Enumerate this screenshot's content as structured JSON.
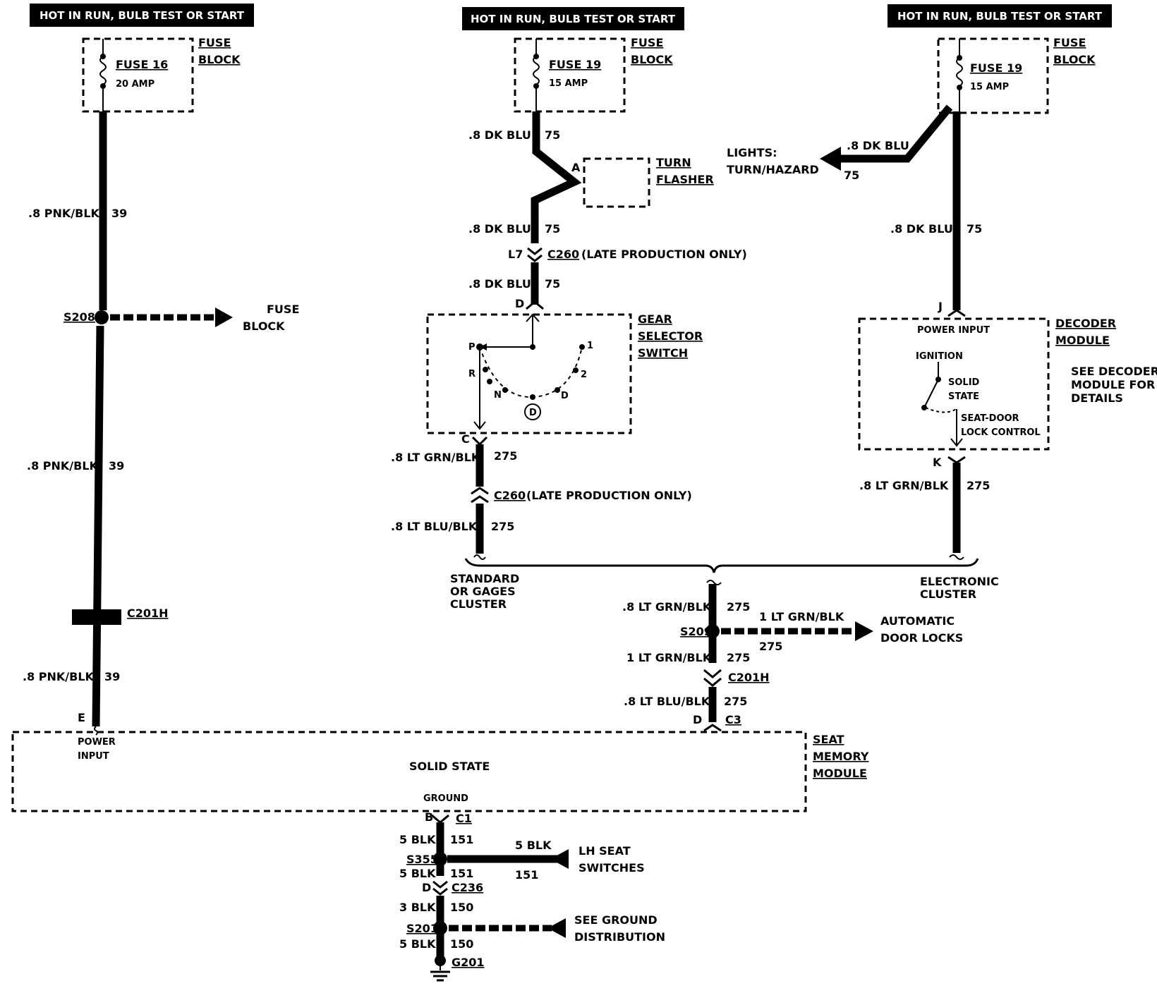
{
  "banners": [
    "HOT IN RUN, BULB TEST OR START",
    "HOT IN RUN, BULB TEST OR START",
    "HOT IN RUN, BULB TEST OR START"
  ],
  "fuse_block_label": [
    "FUSE",
    "BLOCK"
  ],
  "fuses": [
    {
      "name": "FUSE 16",
      "rating": "20 AMP"
    },
    {
      "name": "FUSE 19",
      "rating": "15 AMP"
    },
    {
      "name": "FUSE 19",
      "rating": "15 AMP"
    }
  ],
  "left": {
    "wire_label": ".8 PNK/BLK",
    "circuit": "39",
    "splice": "S208",
    "splice_dest": [
      "FUSE",
      "BLOCK"
    ],
    "connector": "C201H",
    "pin": "E"
  },
  "center": {
    "wire_dk_blu": ".8 DK BLU",
    "circuit_75": "75",
    "pin_a": "A",
    "turn_flasher": [
      "TURN",
      "FLASHER"
    ],
    "pin_l7": "L7",
    "c260": "C260",
    "late_prod": "(LATE PRODUCTION ONLY)",
    "pin_d": "D",
    "gear_selector": [
      "GEAR",
      "SELECTOR",
      "SWITCH"
    ],
    "positions": {
      "p": "P",
      "r": "R",
      "n": "N",
      "d_pos": "D",
      "d_circle": "D",
      "two": "2",
      "one": "1"
    },
    "pin_c": "C",
    "wire_lt_grn_blk": ".8 LT GRN/BLK",
    "circuit_275": "275",
    "wire_lt_blu_blk": ".8 LT BLU/BLK",
    "standard_cluster": [
      "STANDARD",
      "OR GAGES",
      "CLUSTER"
    ]
  },
  "right": {
    "wire_dk_blu": ".8 DK BLU",
    "circuit_75": "75",
    "lights": [
      "LIGHTS:",
      "TURN/HAZARD"
    ],
    "pin_j": "J",
    "power_input": "POWER INPUT",
    "decoder_module": [
      "DECODER",
      "MODULE"
    ],
    "see_decoder": [
      "SEE DECODER",
      "MODULE FOR",
      "DETAILS"
    ],
    "ignition": "IGNITION",
    "solid_state": [
      "SOLID",
      "STATE"
    ],
    "seat_door": [
      "SEAT-DOOR",
      "LOCK CONTROL"
    ],
    "pin_k": "K",
    "wire_lt_grn_blk": ".8 LT GRN/BLK",
    "circuit_275": "275",
    "electronic_cluster": [
      "ELECTRONIC",
      "CLUSTER"
    ]
  },
  "lower": {
    "wire_08_lt_grn_blk": ".8 LT GRN/BLK",
    "circuit_275": "275",
    "splice_s209": "S209",
    "wire_1_lt_grn_blk": "1 LT GRN/BLK",
    "auto_door_locks": [
      "AUTOMATIC",
      "DOOR LOCKS"
    ],
    "c201h": "C201H",
    "wire_lt_blu_blk": ".8 LT BLU/BLK",
    "pin_d": "D",
    "c3": "C3"
  },
  "module": {
    "power_input": [
      "POWER",
      "INPUT"
    ],
    "solid_state": "SOLID STATE",
    "ground": "GROUND",
    "name": [
      "SEAT",
      "MEMORY",
      "MODULE"
    ]
  },
  "ground": {
    "pin_b": "B",
    "c1": "C1",
    "wire_5_blk": "5 BLK",
    "circuit_151": "151",
    "s355": "S355",
    "lh_seat": [
      "LH SEAT",
      "SWITCHES"
    ],
    "pin_d": "D",
    "c236": "C236",
    "wire_3_blk": "3 BLK",
    "circuit_150": "150",
    "s201": "S201",
    "see_ground": [
      "SEE GROUND",
      "DISTRIBUTION"
    ],
    "g201": "G201"
  }
}
